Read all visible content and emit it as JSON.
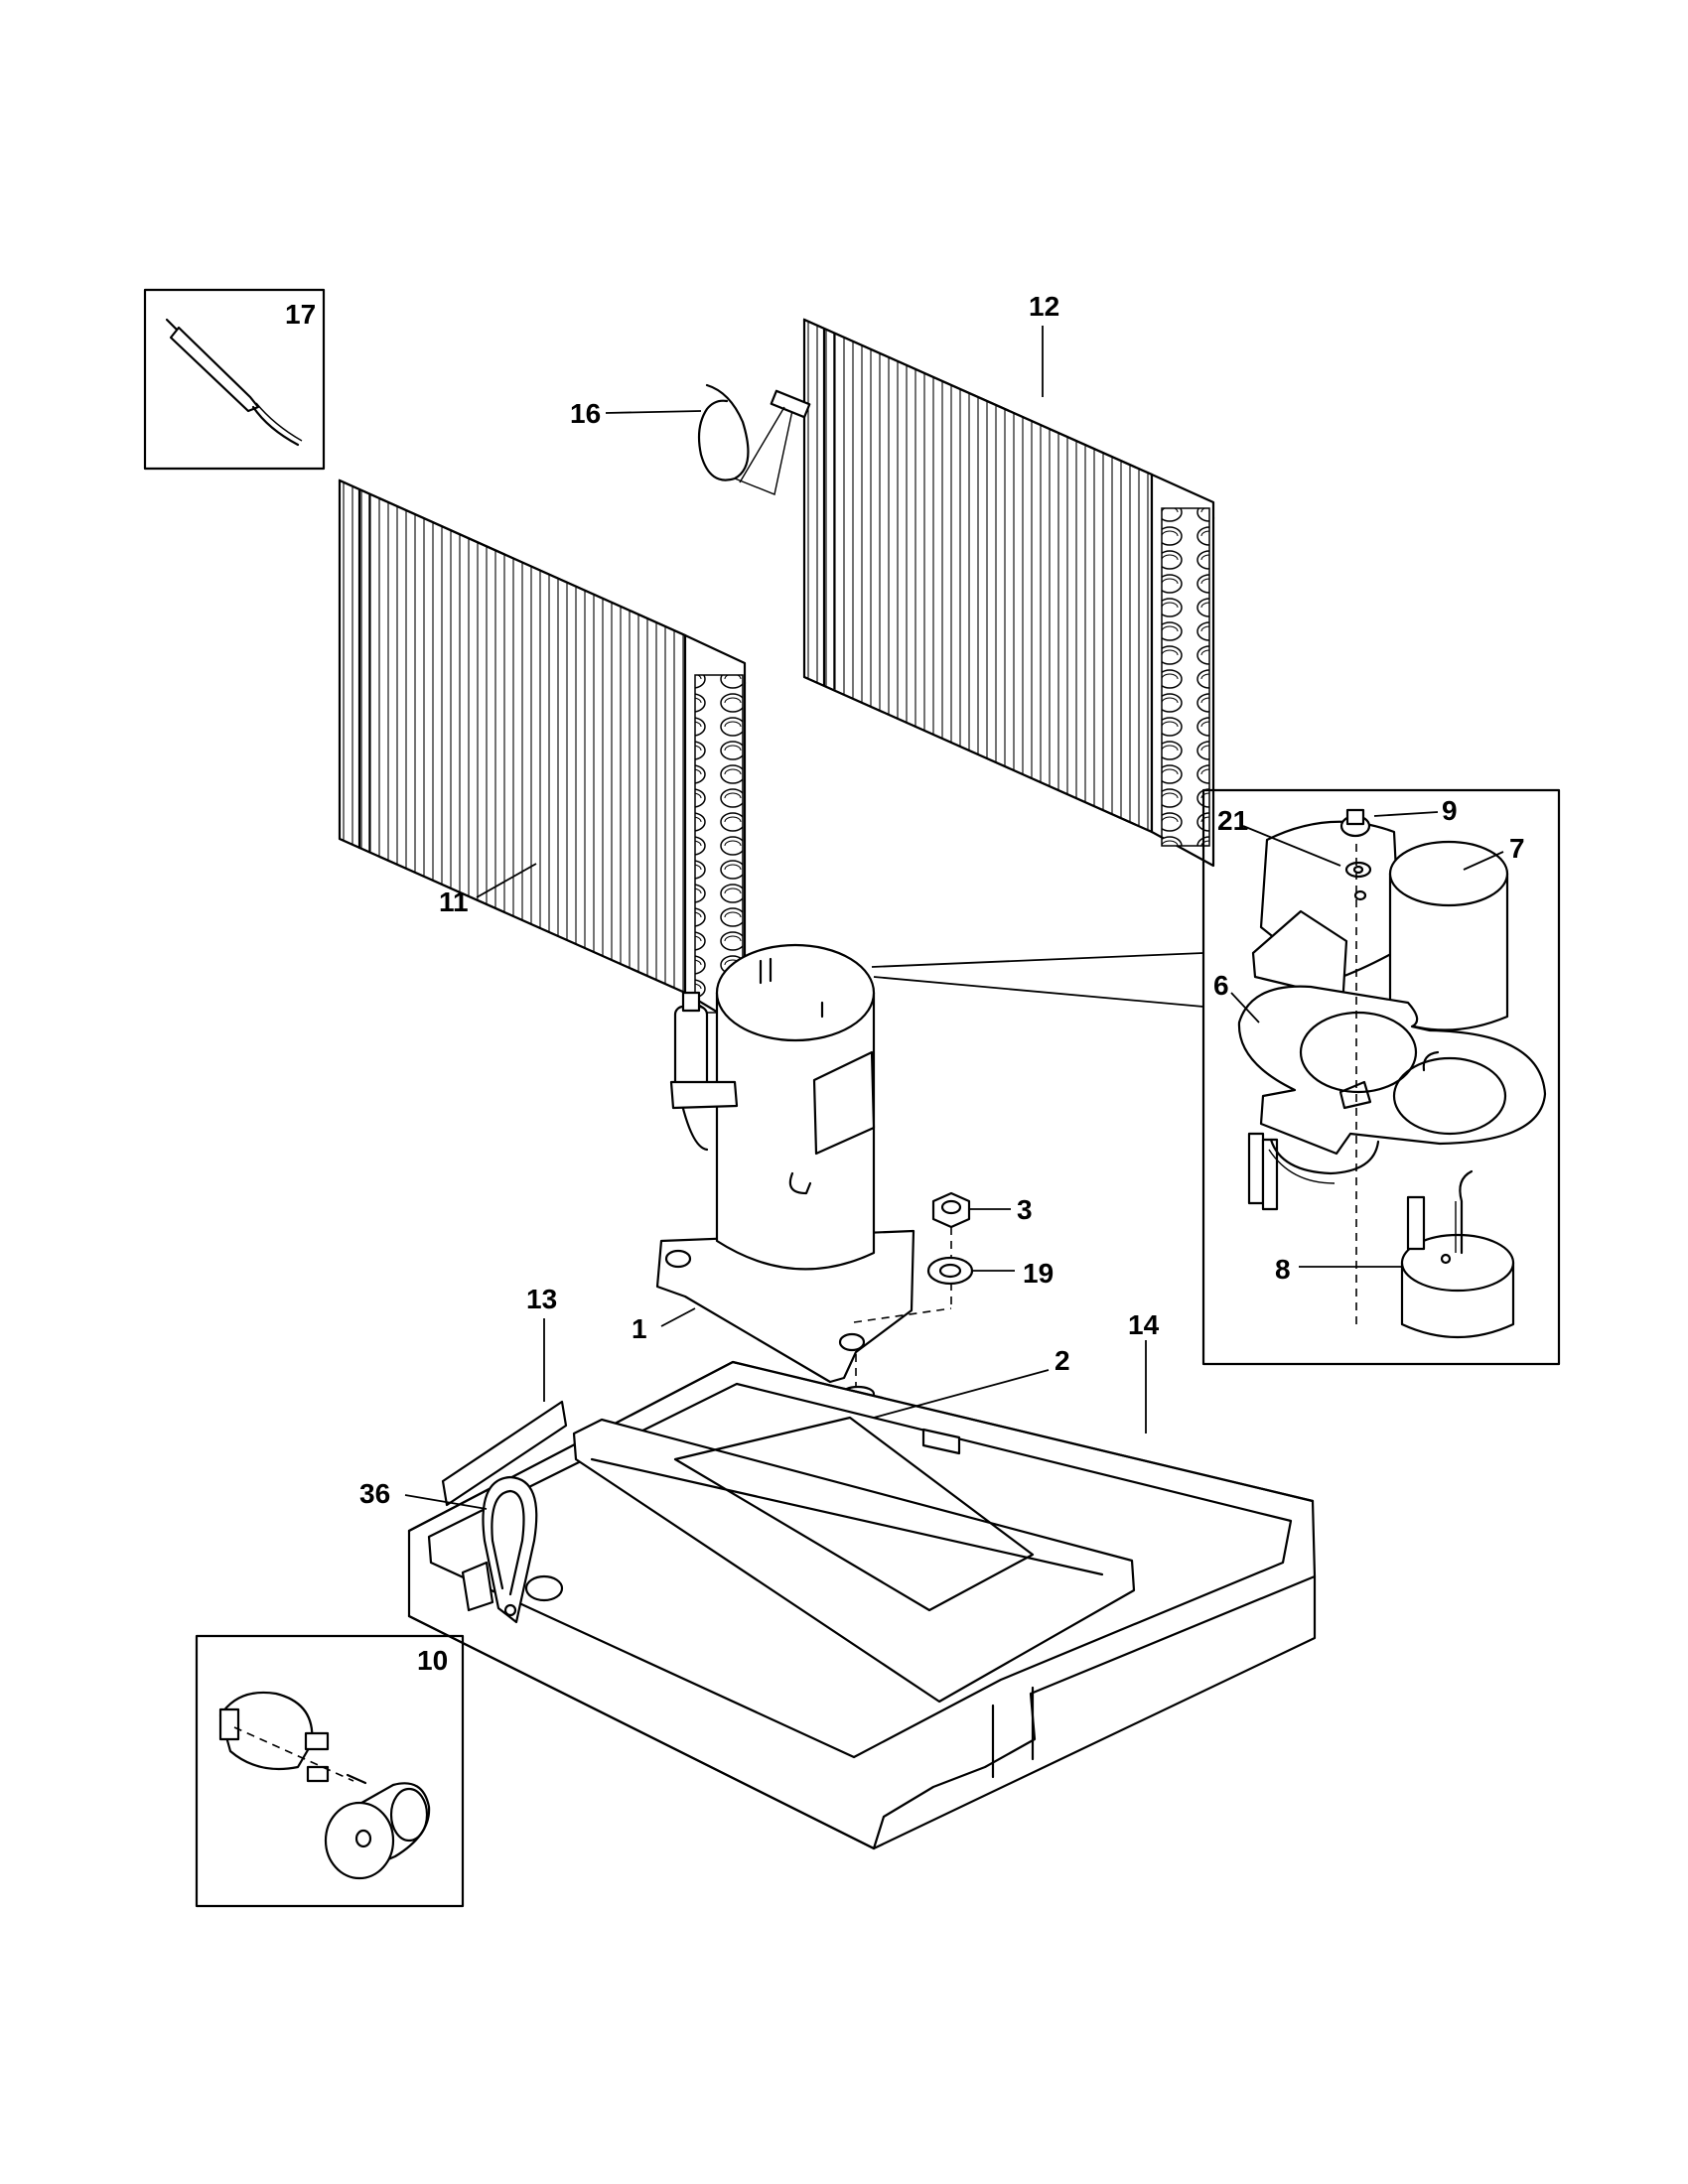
{
  "diagram": {
    "callouts": {
      "c1": "1",
      "c2": "2",
      "c3": "3",
      "c6": "6",
      "c7": "7",
      "c8": "8",
      "c9": "9",
      "c10": "10",
      "c11": "11",
      "c12": "12",
      "c13": "13",
      "c14": "14",
      "c16": "16",
      "c17": "17",
      "c19": "19",
      "c21": "21",
      "c36": "36"
    }
  }
}
